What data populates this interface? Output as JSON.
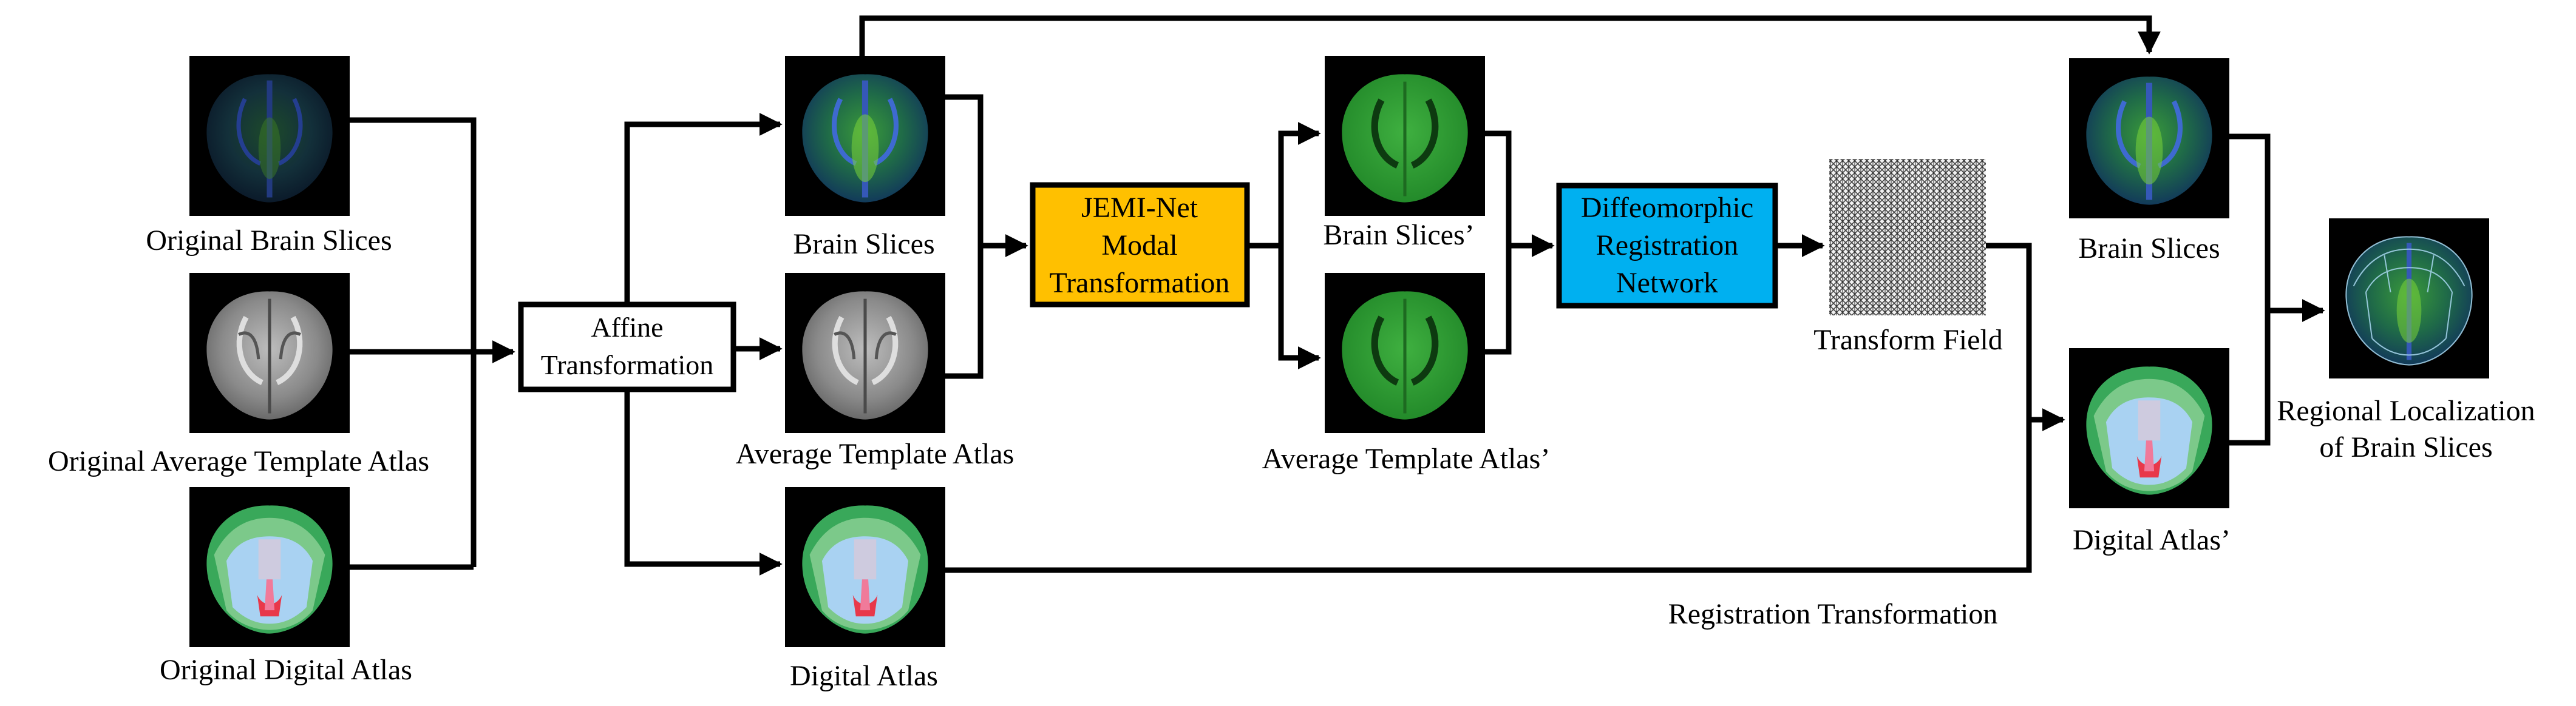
{
  "labels": {
    "orig_brain": "Original Brain Slices",
    "orig_avg": "Original Average Template Atlas",
    "orig_digital": "Original Digital Atlas",
    "brain": "Brain Slices",
    "avg": "Average Template Atlas",
    "digital": "Digital Atlas",
    "brain_prime": "Brain Slices’",
    "avg_prime": "Average Template Atlas’",
    "transform_field": "Transform Field",
    "brain_out": "Brain Slices",
    "digital_prime": "Digital Atlas’",
    "regional_line1": "Regional Localization",
    "regional_line2": "of Brain Slices",
    "registration_transformation": "Registration Transformation"
  },
  "boxes": {
    "affine_line1": "Affine",
    "affine_line2": "Transformation",
    "jemi_line1": "JEMI-Net",
    "jemi_line2": "Modal",
    "jemi_line3": "Transformation",
    "diffeo_line1": "Diffeomorphic",
    "diffeo_line2": "Registration",
    "diffeo_line3": "Network"
  },
  "colors": {
    "jemi_fill": "#FFC000",
    "diffeo_fill": "#00B0F0",
    "image_bg": "#000000",
    "tissue_green": "#2e9e2e",
    "atlas_blue": "#a9d2f2",
    "atlas_red": "#e8384a"
  }
}
